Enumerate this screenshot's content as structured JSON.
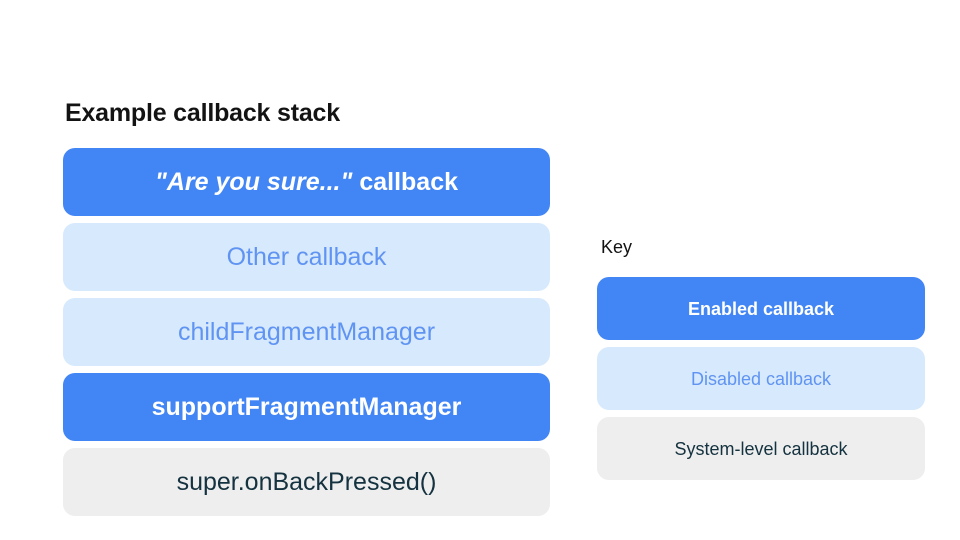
{
  "colors": {
    "background": "#FFFFFF",
    "enabled_bar": "#4285F4",
    "enabled_text": "#FFFFFF",
    "disabled_bar": "#D7E9FD",
    "disabled_text": "#6094F2",
    "system_bar": "#EEEEEE",
    "system_text": "#14323F",
    "heading_text": "#131314"
  },
  "stack": {
    "title": "Example callback stack",
    "items": [
      {
        "label": "\"Are you sure...\" callback",
        "quoted_part": "\"Are you sure...\"",
        "tail_part": " callback",
        "state": "enabled"
      },
      {
        "label": "Other callback",
        "state": "disabled"
      },
      {
        "label": "childFragmentManager",
        "state": "disabled"
      },
      {
        "label": "supportFragmentManager",
        "state": "enabled"
      },
      {
        "label": "super.onBackPressed()",
        "state": "system"
      }
    ]
  },
  "key": {
    "title": "Key",
    "items": [
      {
        "label": "Enabled callback",
        "state": "enabled"
      },
      {
        "label": "Disabled callback",
        "state": "disabled"
      },
      {
        "label": "System-level callback",
        "state": "system"
      }
    ]
  }
}
